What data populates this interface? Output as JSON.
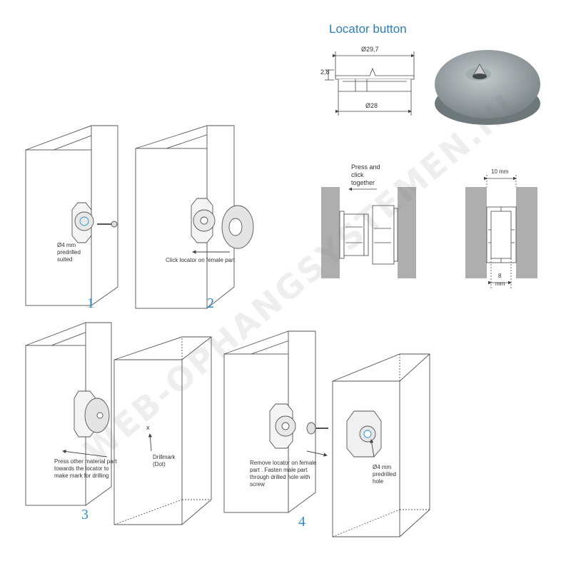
{
  "header": {
    "title": "Locator button"
  },
  "dimensions": {
    "outer_diameter": "Ø29,7",
    "height": "2,8",
    "inner_diameter": "Ø28",
    "gap_top": "10 mm",
    "gap_bottom_value": "8",
    "gap_bottom_unit": "mm"
  },
  "press_label": {
    "line1": "Press and",
    "line2": "click",
    "line3": "together"
  },
  "step1": {
    "line1": "Ø4 mm",
    "line2": "predrilled",
    "line3": "suited",
    "number": "1"
  },
  "step2": {
    "text": "Click locator on female part",
    "number": "2"
  },
  "step3": {
    "line1": "Press other material part",
    "line2": "towards the locator to",
    "line3": "make mark for drilling",
    "drill1": "Drillmark",
    "drill2": "(Dot)",
    "x_mark": "x",
    "number": "3"
  },
  "step4": {
    "line1": "Remove locator on female",
    "line2": "part . Fasten male part",
    "line3": "through drilled hole with",
    "line4": "screw",
    "hole1": "Ø4 mm",
    "hole2": "predrilled",
    "hole3": "hole",
    "number": "4"
  },
  "watermark": "WEB-OPHANGSYSTEMEN.NL",
  "colors": {
    "accent": "#2b8fc4",
    "panel": "#aeaeae",
    "line": "#444444"
  }
}
